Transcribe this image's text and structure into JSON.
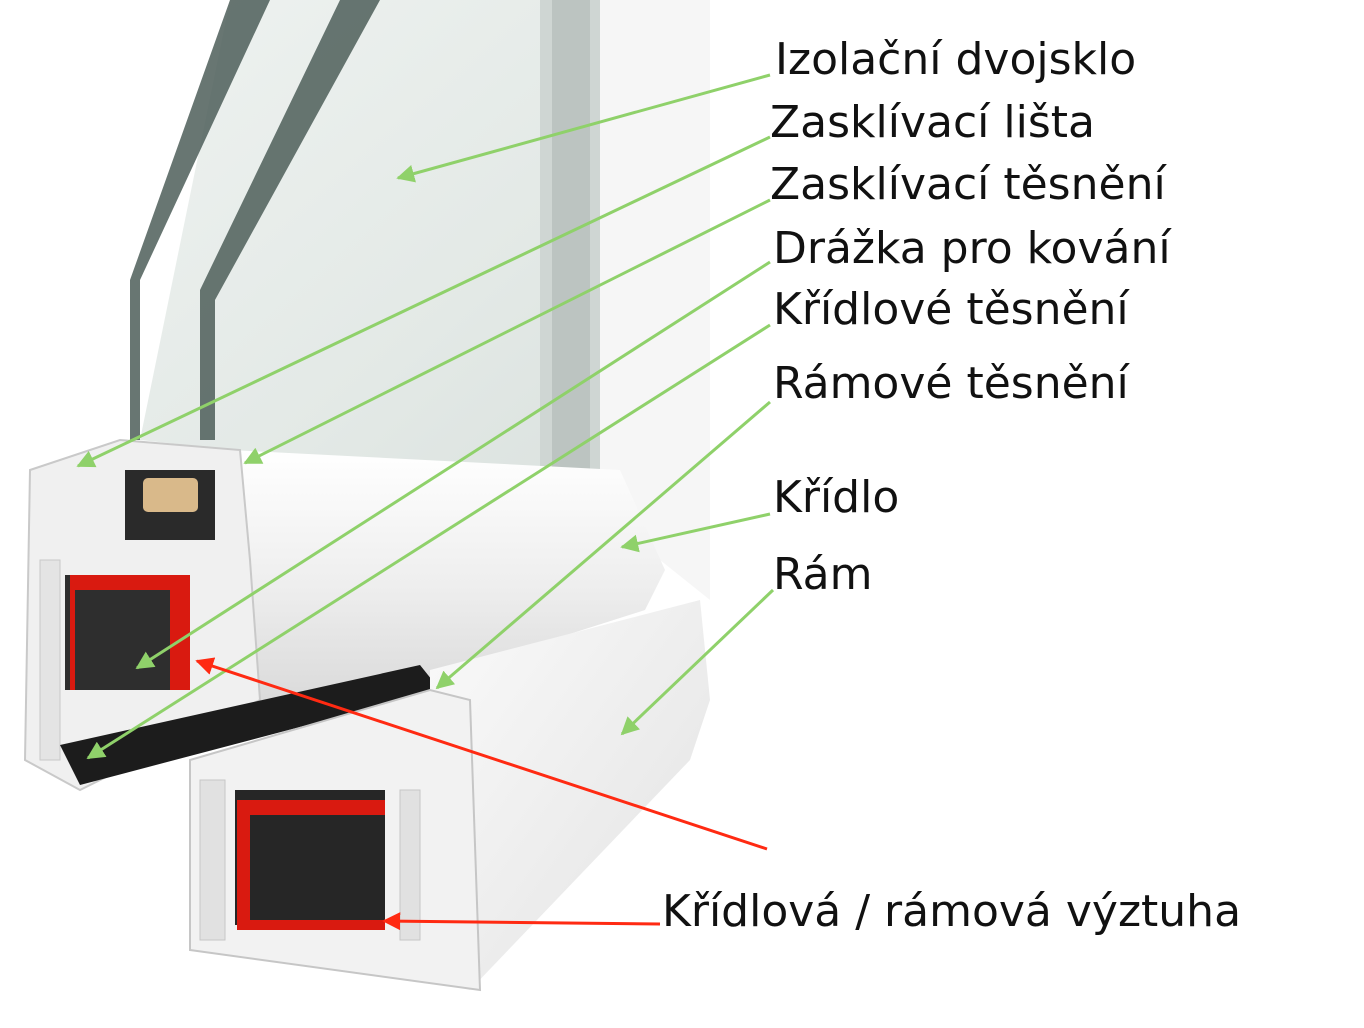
{
  "labels": {
    "izolacni_dvojsklo": "Izolační dvojsklo",
    "zasklivaci_lista": "Zasklívací lišta",
    "zasklivaci_tesneni": "Zasklívací těsnění",
    "drazka_pro_kovani": "Drážka pro kování",
    "kridlove_tesneni": "Křídlové těsnění",
    "ramove_tesneni": "Rámové těsnění",
    "kridlo": "Křídlo",
    "ram": "Rám",
    "vyztuha": "Křídlová / rámová výztuha"
  },
  "colors": {
    "pointer_green": "#8fd16a",
    "pointer_red": "#ff2a12",
    "reinforcement": "#d91a10",
    "glass": "#e6ebe9",
    "glass_edge": "#4d5e59",
    "gasket": "#1c1c1c",
    "pvc": "#f3f3f3"
  },
  "icons": [
    "window-profile-cross-section-illustration"
  ]
}
